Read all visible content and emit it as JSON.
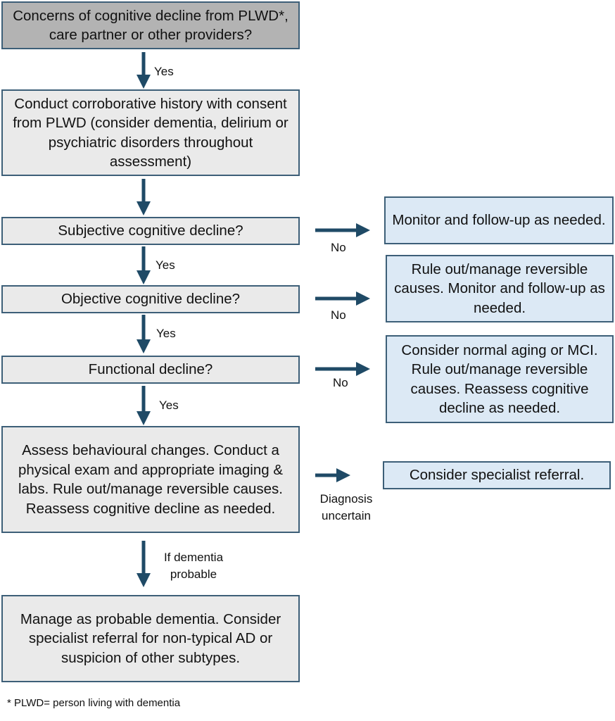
{
  "nodes": {
    "concerns": "Concerns of cognitive decline from PLWD*, care partner or other providers?",
    "history": "Conduct corroborative history with consent from PLWD (consider dementia, delirium or psychiatric disorders throughout assessment)",
    "subjective": "Subjective cognitive decline?",
    "objective": "Objective cognitive decline?",
    "functional": "Functional decline?",
    "assess": "Assess behavioural changes. Conduct a physical exam and appropriate imaging & labs. Rule out/manage reversible causes. Reassess cognitive decline as needed.",
    "manage": "Manage as probable dementia. Consider specialist referral for non-typical AD or suspicion of other subtypes.",
    "monitor": "Monitor and follow-up as needed.",
    "rule_out": "Rule out/manage reversible causes. Monitor and follow-up as needed.",
    "normal_aging": "Consider normal aging or MCI. Rule out/manage reversible causes. Reassess cognitive decline as needed.",
    "specialist": "Consider specialist referral."
  },
  "edge_labels": {
    "yes_1": "Yes",
    "yes_2": "Yes",
    "yes_3": "Yes",
    "yes_4": "Yes",
    "no_1": "No",
    "no_2": "No",
    "no_3": "No",
    "diagnosis_uncertain": "Diagnosis uncertain",
    "if_dementia_probable": "If dementia probable"
  },
  "footnote": "* PLWD= person living with dementia",
  "colors": {
    "arrow": "#1f4a66",
    "border": "#3d5f78",
    "grey_box": "#eaeaea",
    "dark_box": "#b3b3b3",
    "blue_box": "#dce9f5"
  }
}
